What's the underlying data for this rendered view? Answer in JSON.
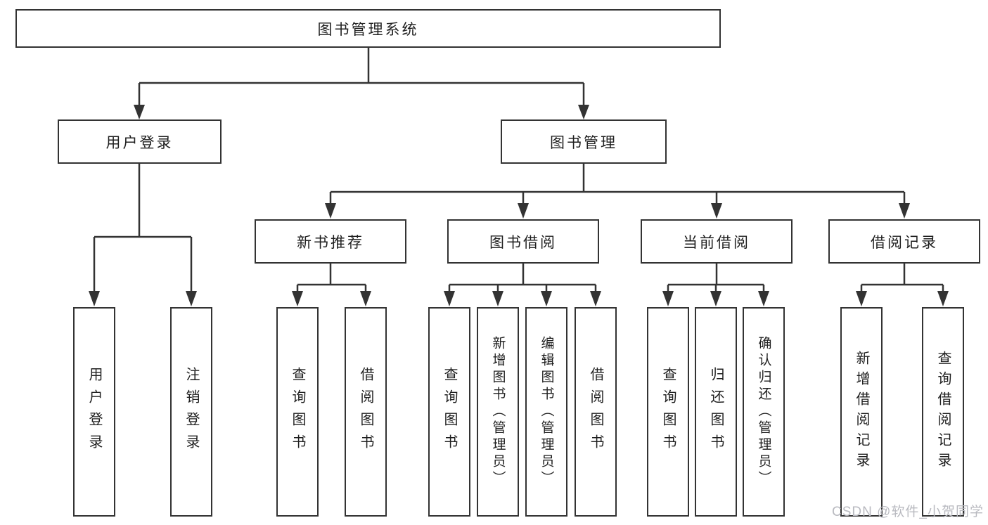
{
  "diagram": {
    "title_node": "图书管理系统",
    "root": {
      "label": "图书管理系统"
    },
    "level2": [
      {
        "label": "用户登录"
      },
      {
        "label": "图书管理"
      }
    ],
    "level3": [
      {
        "label": "新书推荐",
        "parent": "图书管理"
      },
      {
        "label": "图书借阅",
        "parent": "图书管理"
      },
      {
        "label": "当前借阅",
        "parent": "图书管理"
      },
      {
        "label": "借阅记录",
        "parent": "图书管理"
      }
    ],
    "leaves": [
      {
        "label": "用户登录",
        "parent": "用户登录"
      },
      {
        "label": "注销登录",
        "parent": "用户登录"
      },
      {
        "label": "查询图书",
        "parent": "新书推荐"
      },
      {
        "label": "借阅图书",
        "parent": "新书推荐"
      },
      {
        "label": "查询图书",
        "parent": "图书借阅"
      },
      {
        "label": "新增图书（管理员）",
        "parent": "图书借阅"
      },
      {
        "label": "编辑图书（管理员）",
        "parent": "图书借阅"
      },
      {
        "label": "借阅图书",
        "parent": "图书借阅"
      },
      {
        "label": "查询图书",
        "parent": "当前借阅"
      },
      {
        "label": "归还图书",
        "parent": "当前借阅"
      },
      {
        "label": "确认归还（管理员）",
        "parent": "当前借阅"
      },
      {
        "label": "新增借阅记录",
        "parent": "借阅记录"
      },
      {
        "label": "查询借阅记录",
        "parent": "借阅记录"
      }
    ]
  },
  "watermark": {
    "text": "CSDN @软件_小贺同学"
  },
  "colors": {
    "line": "#333333",
    "text": "#1f1f1f",
    "box_fill": "#ffffff",
    "background": "#ffffff",
    "watermark": "#b9bac0"
  }
}
